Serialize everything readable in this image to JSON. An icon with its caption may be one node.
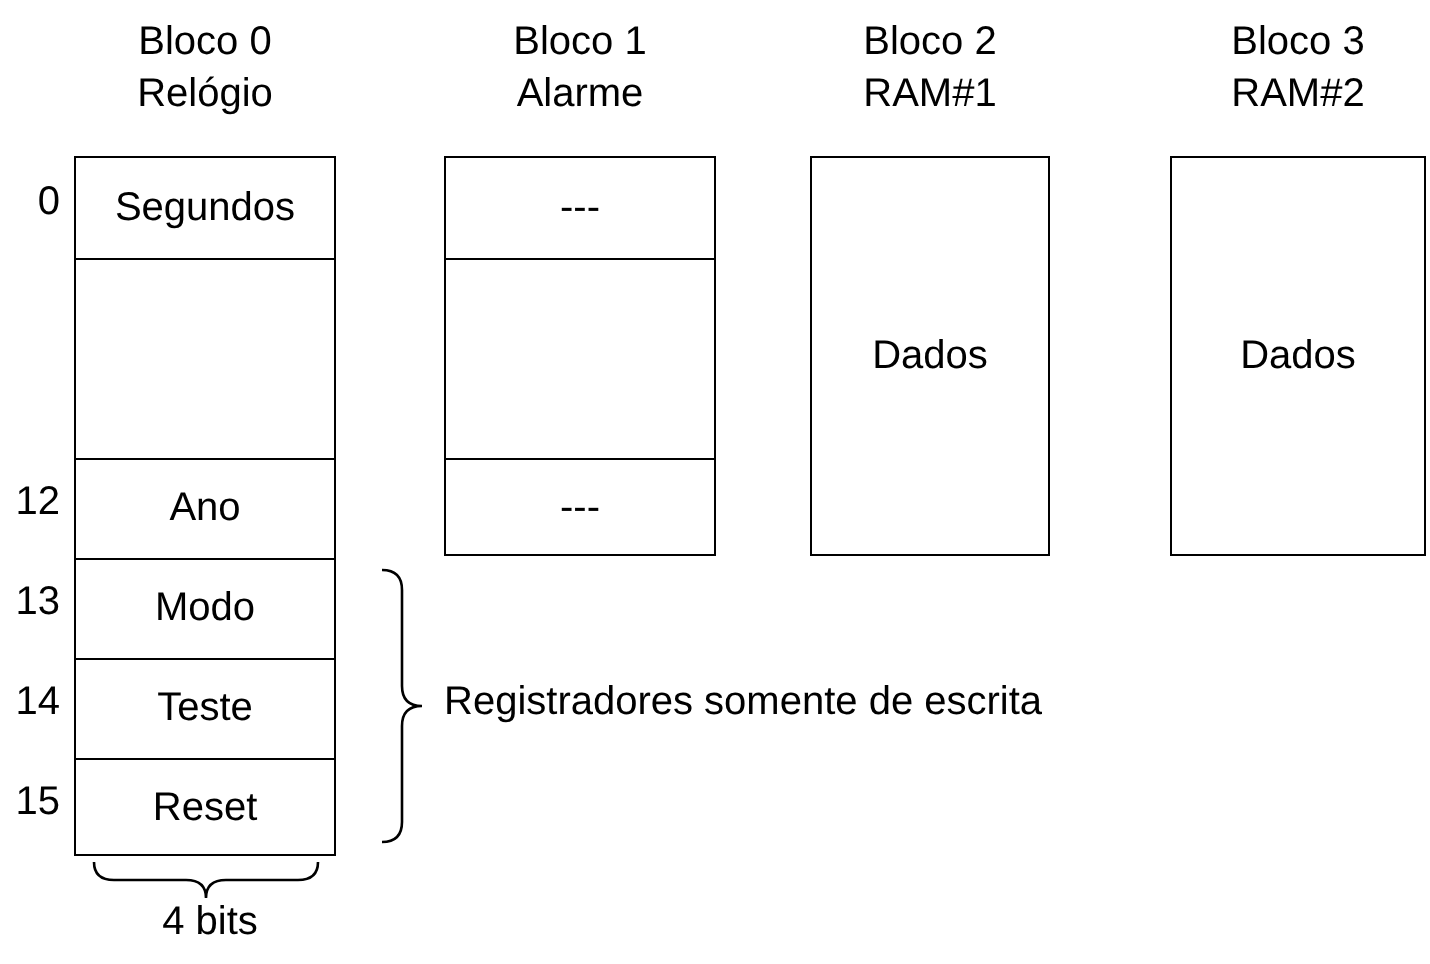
{
  "diagram": {
    "nodes": [
      {
        "text": [
          "Bloco 0 Relógio"
        ]
      },
      {
        "text": [
          "Segundos"
        ],
        "in": 0
      },
      {
        "text": [],
        "shape": "box",
        "in": 0
      },
      {
        "text": [
          "Ano"
        ],
        "in": 0
      },
      {
        "text": [
          "Modo"
        ],
        "in": 0
      },
      {
        "text": [
          "Teste"
        ],
        "in": 0
      },
      {
        "text": [
          "Reset"
        ],
        "in": 0
      },
      {
        "text": [
          "Bloco 1 Alarme"
        ]
      },
      {
        "text": [
          "---"
        ],
        "in": 7
      },
      {
        "text": [],
        "shape": "box",
        "in": 7
      },
      {
        "text": [
          "---"
        ],
        "in": 7
      },
      {
        "text": [
          "Bloco 2 RAM#1",
          "Dados"
        ]
      },
      {
        "text": [
          "Bloco 3 RAM#2",
          "Dados"
        ]
      }
    ],
    "edges": [],
    "labels": [
      "0",
      "12",
      "13",
      "14",
      "15",
      "Registradores somente de escrita",
      "4 bits"
    ]
  }
}
